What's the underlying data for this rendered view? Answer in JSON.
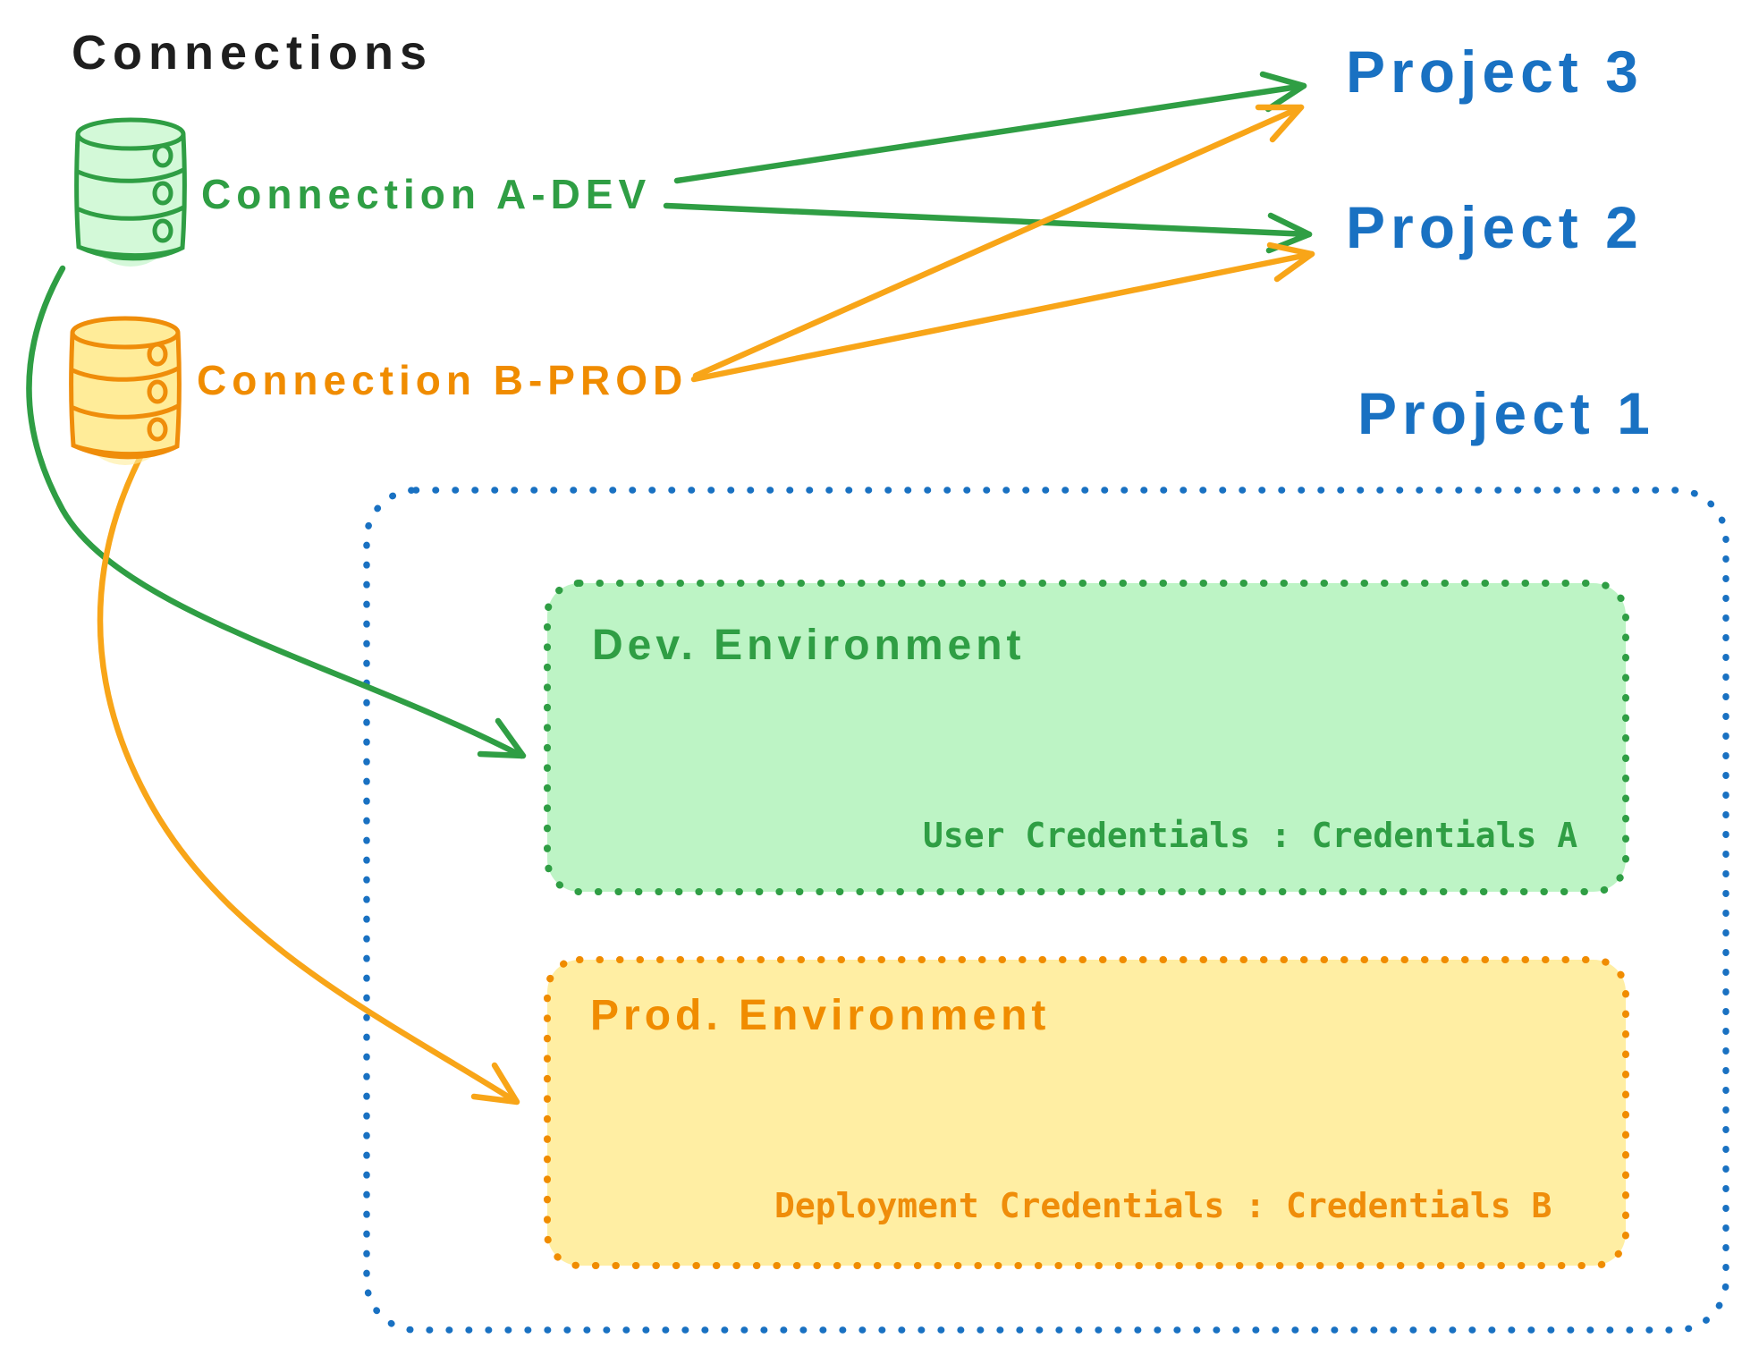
{
  "title": "Connections",
  "colors": {
    "black": "#1e1e1e",
    "blue": "#1971c2",
    "green": "#2f9e44",
    "green_fill": "#b2f2bb",
    "orange": "#f08c00",
    "orange_fill": "#ffec99"
  },
  "connections": [
    {
      "label": "Connection A-DEV",
      "color_name": "green"
    },
    {
      "label": "Connection B-PROD",
      "color_name": "orange"
    }
  ],
  "projects": [
    {
      "label": "Project 3"
    },
    {
      "label": "Project 2"
    },
    {
      "label": "Project 1"
    }
  ],
  "project1_detail": {
    "environments": [
      {
        "title": "Dev. Environment",
        "credentials": "User Credentials : Credentials A"
      },
      {
        "title": "Prod. Environment",
        "credentials": "Deployment Credentials : Credentials B"
      }
    ]
  },
  "edges": [
    {
      "from": "Connection A-DEV",
      "to": "Project 3"
    },
    {
      "from": "Connection A-DEV",
      "to": "Project 2"
    },
    {
      "from": "Connection B-PROD",
      "to": "Project 3"
    },
    {
      "from": "Connection B-PROD",
      "to": "Project 2"
    },
    {
      "from": "Connection A-DEV",
      "to": "Project 1 / Dev. Environment"
    },
    {
      "from": "Connection B-PROD",
      "to": "Project 1 / Prod. Environment"
    }
  ]
}
